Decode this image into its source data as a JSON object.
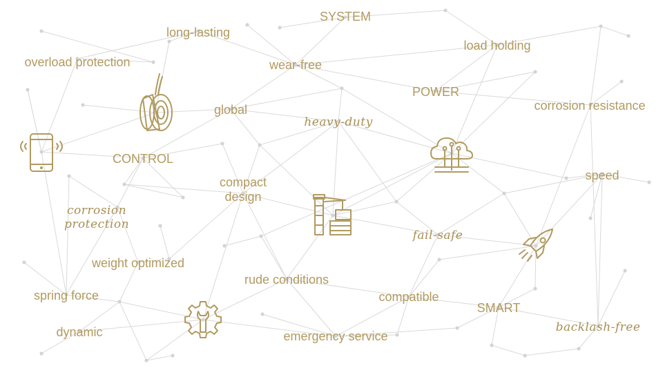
{
  "accent_color": "#b29a5f",
  "edge_color": "#d9d9d9",
  "terms": {
    "system": "SYSTEM",
    "long_lasting": "long-lasting",
    "wear_free": "wear-free",
    "load_holding": "load holding",
    "overload_protection": "overload protection",
    "power": "POWER",
    "global": "global",
    "corrosion_resistance": "corrosion resistance",
    "heavy_duty": "heavy-duty",
    "control": "CONTROL",
    "speed": "speed",
    "compact": "compact",
    "design": "design",
    "corrosion": "corrosion",
    "protection": "protection",
    "fail_safe": "fail-safe",
    "weight_optimized": "weight optimized",
    "rude_conditions": "rude conditions",
    "spring_force": "spring force",
    "compatible": "compatible",
    "smart": "SMART",
    "dynamic": "dynamic",
    "emergency_service": "emergency service",
    "backlash_free": "backlash-free"
  },
  "icons": [
    "smartphone-icon",
    "brake-coupling-icon",
    "cloud-network-icon",
    "crane-container-icon",
    "rocket-icon",
    "gear-wrench-icon"
  ]
}
